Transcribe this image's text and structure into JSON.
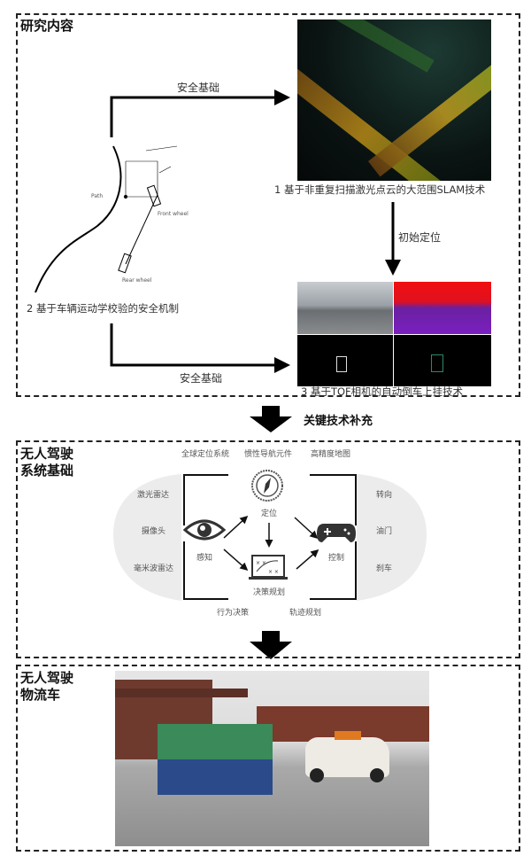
{
  "section1": {
    "title": "研究内容",
    "arrow_top_label": "安全基础",
    "arrow_bottom_label": "安全基础",
    "arrow_down_label": "初始定位",
    "caption_slam": "1 基于非重复扫描激光点云的大范围SLAM技术",
    "caption_kinematics": "2 基于车辆运动学校验的安全机制",
    "caption_tof": "3 基于TOF相机的自动倒车上挂技术",
    "sketch_labels": {
      "path": "Path",
      "front": "Front wheel",
      "rear": "Rear wheel"
    }
  },
  "transition1": "关键技术补充",
  "section2": {
    "title_line1": "无人驾驶",
    "title_line2": "系统基础",
    "top_labels": [
      "全球定位系统",
      "惯性导航元件",
      "高精度地图"
    ],
    "sensors": [
      "激光雷达",
      "摄像头",
      "毫米波雷达"
    ],
    "actuators": [
      "转向",
      "油门",
      "刹车"
    ],
    "nodes": {
      "localization": "定位",
      "perception": "感知",
      "control": "控制",
      "planning": "决策规划"
    },
    "bottom_labels": [
      "行为决策",
      "轨迹规划"
    ]
  },
  "section3": {
    "title_line1": "无人驾驶",
    "title_line2": "物流车"
  }
}
